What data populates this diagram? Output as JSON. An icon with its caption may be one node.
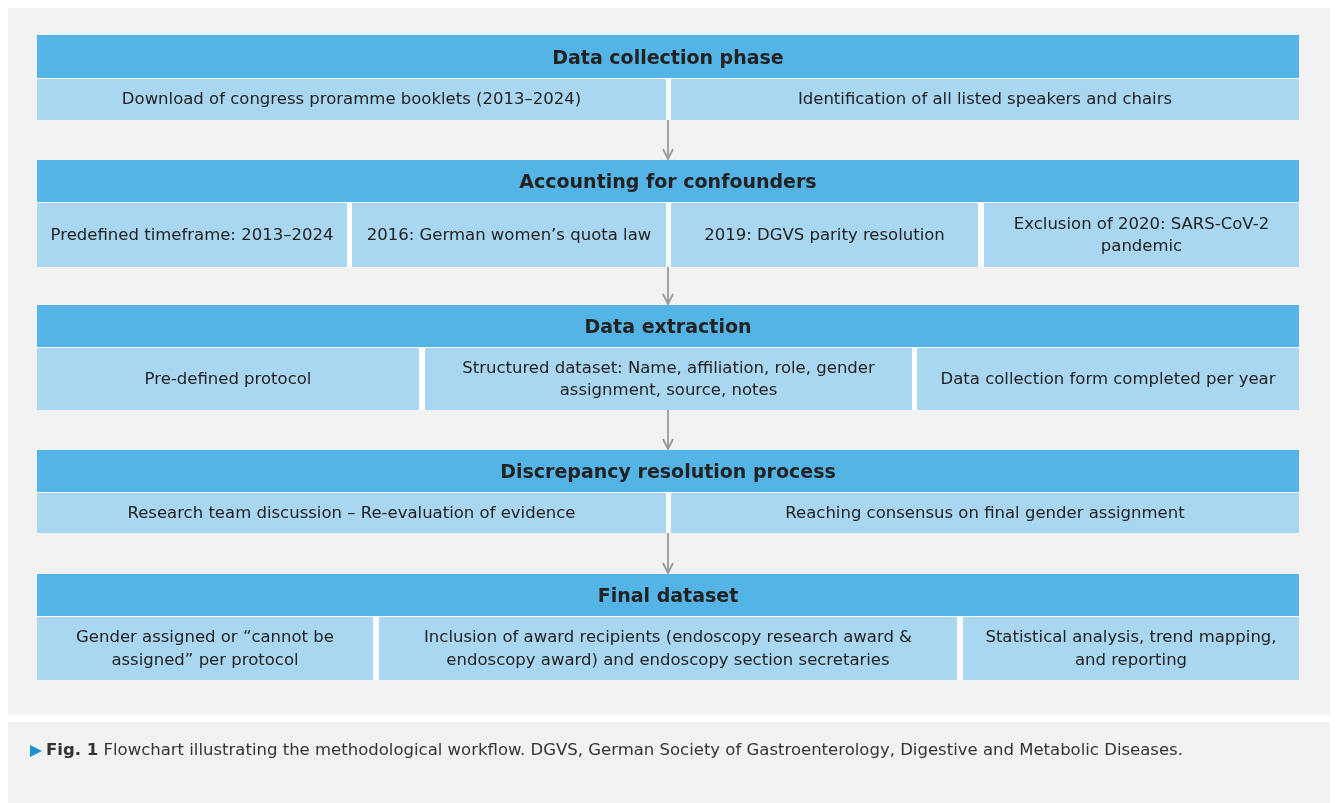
{
  "diagram": {
    "caption": "**Fig. 1** Flowchart illustrating the methodological workflow. DGVS, German Society of Gastroenterology, Digestive and Metabolic Diseases.",
    "nodes": [
      {
        "text": [
          "Data collection phase"
        ]
      },
      {
        "text": [
          "Download of congress proramme booklets (2013–2024)"
        ],
        "in": 0
      },
      {
        "text": [
          "Identification of all listed speakers and chairs"
        ],
        "in": 0
      },
      {
        "text": [
          "Accounting for confounders"
        ]
      },
      {
        "text": [
          "Predefined timeframe: 2013–2024"
        ],
        "in": 3
      },
      {
        "text": [
          "2016: German women’s quota law"
        ],
        "in": 3
      },
      {
        "text": [
          "2019: DGVS parity resolution"
        ],
        "in": 3
      },
      {
        "text": [
          "Exclusion of 2020: SARS-CoV-2 pandemic"
        ],
        "in": 3
      },
      {
        "text": [
          "Data extraction"
        ]
      },
      {
        "text": [
          "Pre-defined protocol"
        ],
        "in": 8
      },
      {
        "text": [
          "Structured dataset: Name, affiliation, role, gender assignment, source, notes"
        ],
        "in": 8
      },
      {
        "text": [
          "Data collection form completed per year"
        ],
        "in": 8
      },
      {
        "text": [
          "Discrepancy resolution process"
        ]
      },
      {
        "text": [
          "Research team discussion – Re-evaluation of evidence"
        ],
        "in": 12
      },
      {
        "text": [
          "Reaching consensus on final gender assignment"
        ],
        "in": 12
      },
      {
        "text": [
          "Final dataset"
        ]
      },
      {
        "text": [
          "Gender assigned or “cannot be assigned” per protocol"
        ],
        "in": 15
      },
      {
        "text": [
          "Inclusion of award recipients (endoscopy research award & endoscopy award) and endoscopy section secretaries"
        ],
        "in": 15
      },
      {
        "text": [
          "Statistical analysis, trend mapping, and reporting"
        ],
        "in": 15
      }
    ],
    "edges": [
      {
        "from": 0,
        "to": 3,
        "arrow": "to"
      },
      {
        "from": 3,
        "to": 8,
        "arrow": "to"
      },
      {
        "from": 8,
        "to": 12,
        "arrow": "to"
      },
      {
        "from": 12,
        "to": 15,
        "arrow": "to"
      }
    ]
  }
}
